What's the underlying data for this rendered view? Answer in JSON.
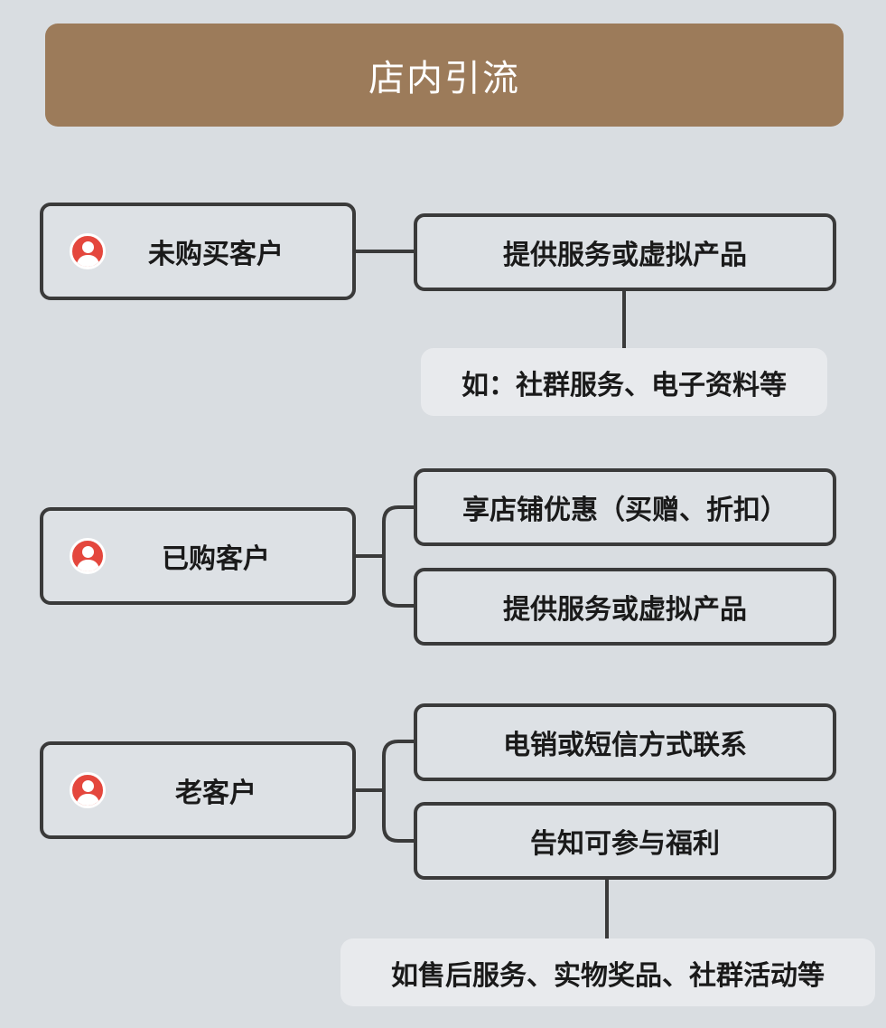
{
  "title": "店内引流",
  "groups": [
    {
      "customer": "未购买客户",
      "actions": [
        "提供服务或虚拟产品"
      ],
      "note": "如：社群服务、电子资料等"
    },
    {
      "customer": "已购客户",
      "actions": [
        "享店铺优惠（买赠、折扣）",
        "提供服务或虚拟产品"
      ]
    },
    {
      "customer": "老客户",
      "actions": [
        "电销或短信方式联系",
        "告知可参与福利"
      ],
      "note": "如售后服务、实物奖品、社群活动等"
    }
  ],
  "colors": {
    "title_bg": "#9c7b5a",
    "icon": "#e4473d",
    "background": "#d9dde1"
  },
  "icon": "user-icon"
}
